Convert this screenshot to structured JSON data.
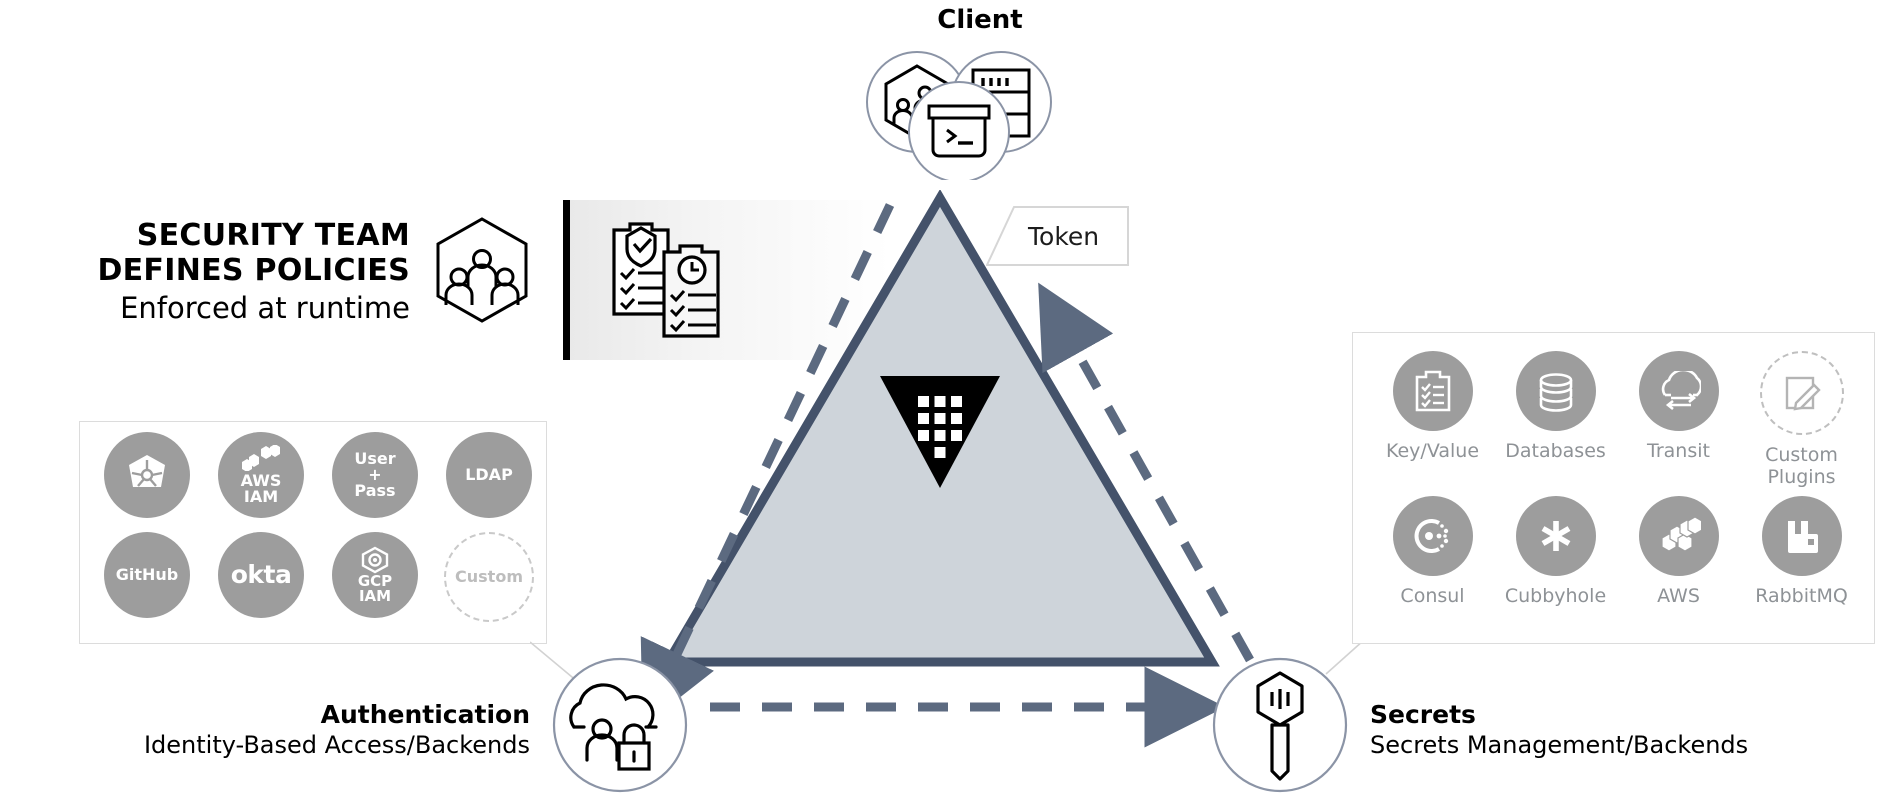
{
  "headline": {
    "line1": "SECURITY TEAM",
    "line2": "DEFINES POLICIES",
    "line3": "Enforced at runtime"
  },
  "client": {
    "label": "Client",
    "icons": [
      "users-hexagon-icon",
      "server-rack-icon",
      "terminal-icon"
    ]
  },
  "token": {
    "label": "Token"
  },
  "center": {
    "logo": "vault-triangle-logo",
    "fill": "#ced4da",
    "stroke": "#44526a"
  },
  "auth_node": {
    "title": "Authentication",
    "subtitle": "Identity-Based Access/Backends",
    "icon": "cloud-person-lock-icon"
  },
  "secrets_node": {
    "title": "Secrets",
    "subtitle": "Secrets Management/Backends",
    "icon": "vault-key-icon"
  },
  "auth_methods": {
    "row1": [
      {
        "label": "",
        "icon": "kubernetes-icon",
        "dashed": false
      },
      {
        "label": "AWS\nIAM",
        "icon": "aws-cubes-icon",
        "dashed": false
      },
      {
        "label": "User\n+\nPass",
        "icon": "",
        "dashed": false
      },
      {
        "label": "LDAP",
        "icon": "",
        "dashed": false
      }
    ],
    "row2": [
      {
        "label": "GitHub",
        "icon": "",
        "dashed": false
      },
      {
        "label": "okta",
        "icon": "",
        "dashed": false
      },
      {
        "label": "GCP\nIAM",
        "icon": "gcp-hex-icon",
        "dashed": false
      },
      {
        "label": "Custom",
        "icon": "",
        "dashed": true
      }
    ],
    "labels": {
      "kubernetes": "",
      "aws_iam_l1": "AWS",
      "aws_iam_l2": "IAM",
      "user_l1": "User",
      "user_l2": "+",
      "user_l3": "Pass",
      "ldap": "LDAP",
      "github": "GitHub",
      "okta": "okta",
      "gcp_l1": "GCP",
      "gcp_l2": "IAM",
      "custom": "Custom"
    }
  },
  "secrets_engines": [
    {
      "label": "Key/Value",
      "icon": "clipboard-checklist-icon",
      "dashed": false
    },
    {
      "label": "Databases",
      "icon": "database-stack-icon",
      "dashed": false
    },
    {
      "label": "Transit",
      "icon": "cloud-transit-icon",
      "dashed": false
    },
    {
      "label": "Custom\nPlugins",
      "icon": "document-pencil-icon",
      "dashed": true
    },
    {
      "label": "Consul",
      "icon": "consul-icon",
      "dashed": false
    },
    {
      "label": "Cubbyhole",
      "icon": "asterisk-icon",
      "dashed": false
    },
    {
      "label": "AWS",
      "icon": "aws-cubes-icon",
      "dashed": false
    },
    {
      "label": "RabbitMQ",
      "icon": "rabbitmq-icon",
      "dashed": false
    }
  ],
  "secrets_engine_labels": {
    "kv": "Key/Value",
    "db": "Databases",
    "transit": "Transit",
    "custom_l1": "Custom",
    "custom_l2": "Plugins",
    "consul": "Consul",
    "cubbyhole": "Cubbyhole",
    "aws": "AWS",
    "rabbitmq": "RabbitMQ"
  },
  "colors": {
    "circle_gray": "#9d9d9d",
    "caption_gray": "#8e9296",
    "triangle_fill": "#ced4da",
    "triangle_stroke": "#44526a",
    "arrow": "#5c6a80",
    "node_ring": "#8b94a6"
  }
}
